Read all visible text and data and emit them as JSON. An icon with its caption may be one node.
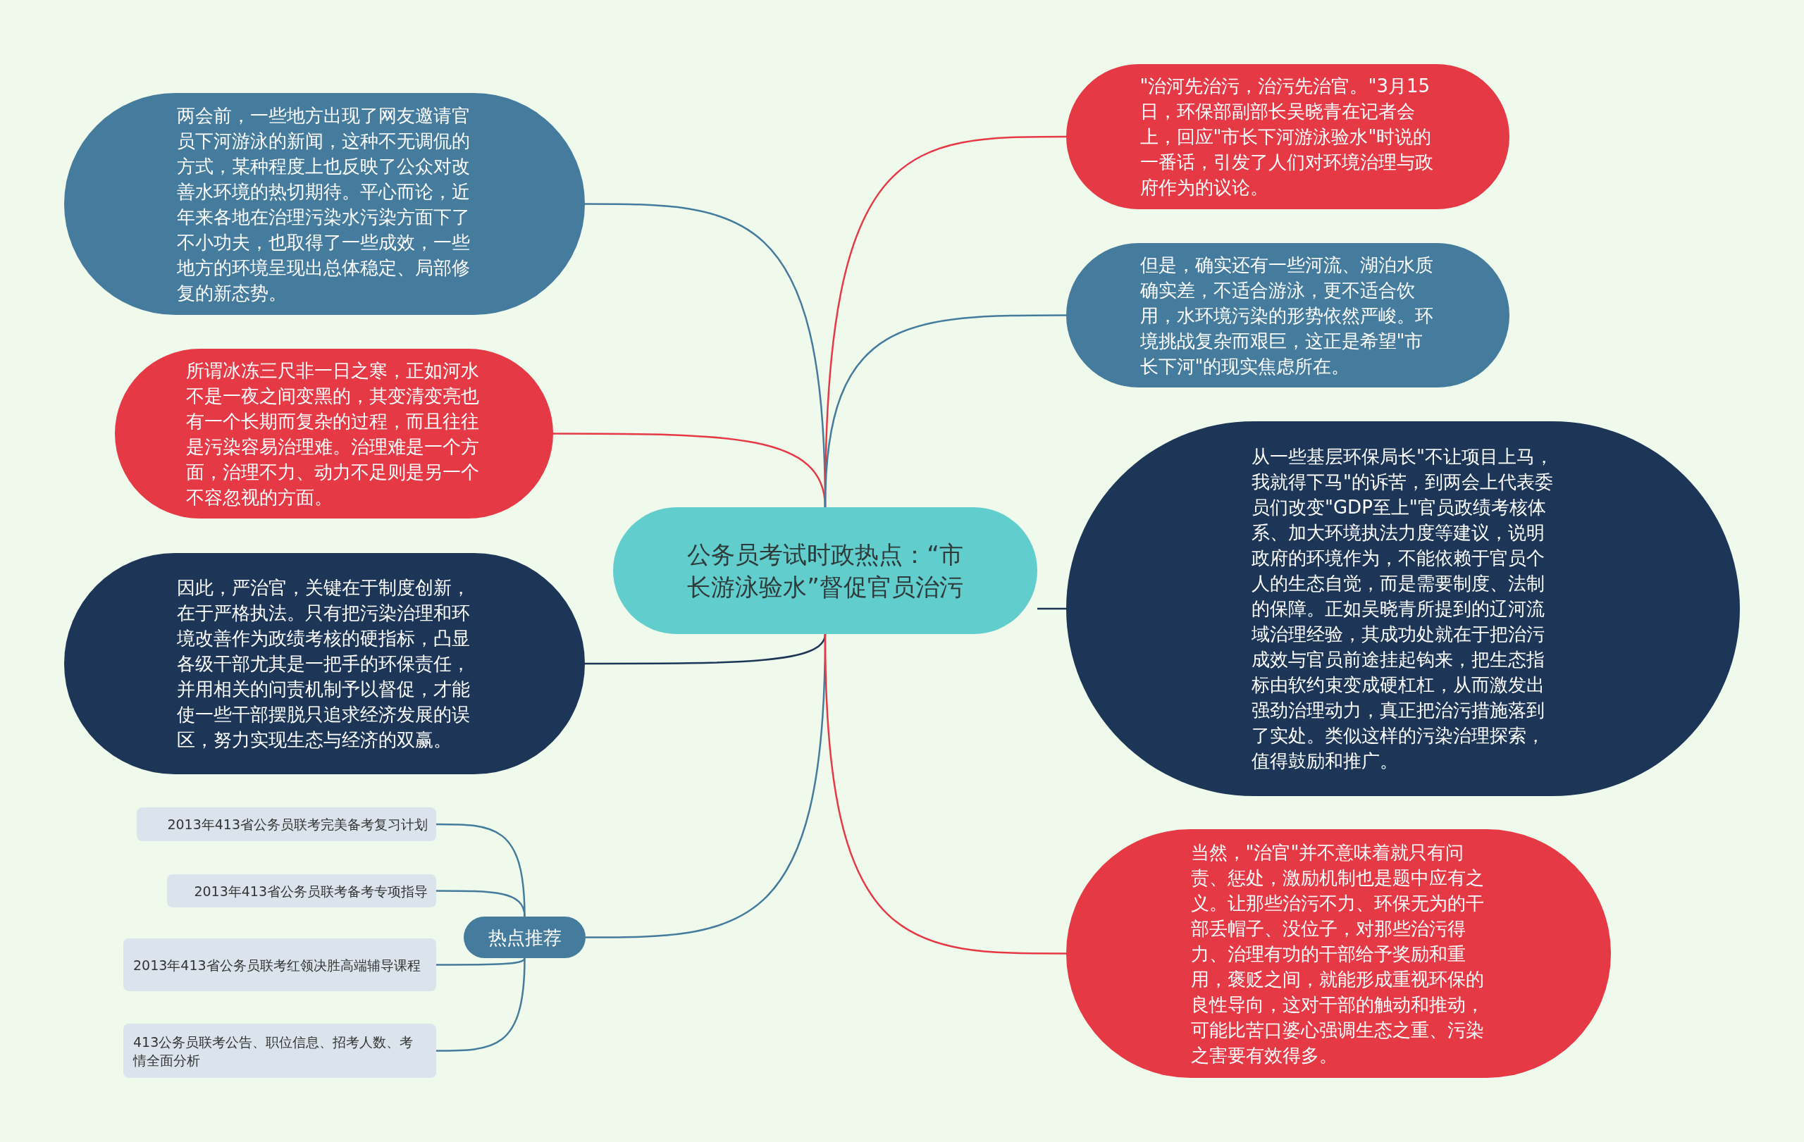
{
  "diagram": {
    "nodes": [
      {
        "text": [
          "公务员考试时政热点：“市长游泳验水”督促官员治污"
        ]
      },
      {
        "text": [
          "两会前，一些地方出现了网友邀请官员下河游泳的新闻，这种不无调侃的方式，某种程度上也反映了公众对改善水环境的热切期待。平心而论，近年来各地在治理污染水污染方面下了不小功夫，也取得了一些成效，一些地方的环境呈现出总体稳定、局部修复的新态势。"
        ]
      },
      {
        "text": [
          "所谓冰冻三尺非一日之寒，正如河水不是一夜之间变黑的，其变清变亮也有一个长期而复杂的过程，而且往往是污染容易治理难。治理难是一个方面，治理不力、动力不足则是另一个不容忽视的方面。"
        ]
      },
      {
        "text": [
          "因此，严治官，关键在于制度创新，在于严格执法。只有把污染治理和环境改善作为政绩考核的硬指标，凸显各级干部尤其是一把手的环保责任，并用相关的问责机制予以督促，才能使一些干部摆脱只追求经济发展的误区，努力实现生态与经济的双赢。"
        ]
      },
      {
        "text": [
          "热点推荐"
        ]
      },
      {
        "text": [
          "2013年413省公务员联考完美备考复习计划"
        ]
      },
      {
        "text": [
          "2013年413省公务员联考备考专项指导"
        ]
      },
      {
        "text": [
          "2013年413省公务员联考红领决胜高端辅导课程"
        ]
      },
      {
        "text": [
          "413公务员联考公告、职位信息、招考人数、考情全面分析"
        ]
      },
      {
        "text": [
          "\"治河先治污，治污先治官。\"3月15日，环保部副部长吴晓青在记者会上，回应\"市长下河游泳验水\"时说的一番话，引发了人们对环境治理与政府作为的议论。"
        ]
      },
      {
        "text": [
          "但是，确实还有一些河流、湖泊水质确实差，不适合游泳，更不适合饮用，水环境污染的形势依然严峻。环境挑战复杂而艰巨，这正是希望\"市长下河\"的现实焦虑所在。"
        ]
      },
      {
        "text": [
          "从一些基层环保局长\"不让项目上马，我就得下马\"的诉苦，到两会上代表委员们改变\"GDP至上\"官员政绩考核体系、加大环境执法力度等建议，说明政府的环境作为，不能依赖于官员个人的生态自觉，而是需要制度、法制的保障。正如吴晓青所提到的辽河流域治理经验，其成功处就在于把治污成效与官员前途挂起钩来，把生态指标由软约束变成硬杠杠，从而激发出强劲治理动力，真正把治污措施落到了实处。类似这样的污染治理探索，值得鼓励和推广。"
        ]
      },
      {
        "text": [
          "当然，\"治官\"并不意味着就只有问责、惩处，激励机制也是题中应有之义。让那些治污不力、环保无为的干部丢帽子、没位子，对那些治污得力、治理有功的干部给予奖励和重用，褒贬之间，就能形成重视环保的良性导向，这对干部的触动和推动，可能比苦口婆心强调生态之重、污染之害要有效得多。"
        ]
      }
    ],
    "edges": [
      {
        "from": 0,
        "to": 1,
        "arrow": "none"
      },
      {
        "from": 0,
        "to": 2,
        "arrow": "none",
        "color": "#e63946"
      },
      {
        "from": 0,
        "to": 3,
        "arrow": "none",
        "color": "#1d3557"
      },
      {
        "from": 0,
        "to": 4,
        "arrow": "none"
      },
      {
        "from": 4,
        "to": 5,
        "arrow": "none"
      },
      {
        "from": 4,
        "to": 6,
        "arrow": "none"
      },
      {
        "from": 4,
        "to": 7,
        "arrow": "none"
      },
      {
        "from": 4,
        "to": 8,
        "arrow": "none"
      },
      {
        "from": 0,
        "to": 9,
        "arrow": "none",
        "color": "#e63946"
      },
      {
        "from": 0,
        "to": 10,
        "arrow": "none"
      },
      {
        "from": 0,
        "to": 11,
        "arrow": "none",
        "color": "#1d3557"
      },
      {
        "from": 0,
        "to": 12,
        "arrow": "none",
        "color": "#e63946"
      }
    ]
  }
}
